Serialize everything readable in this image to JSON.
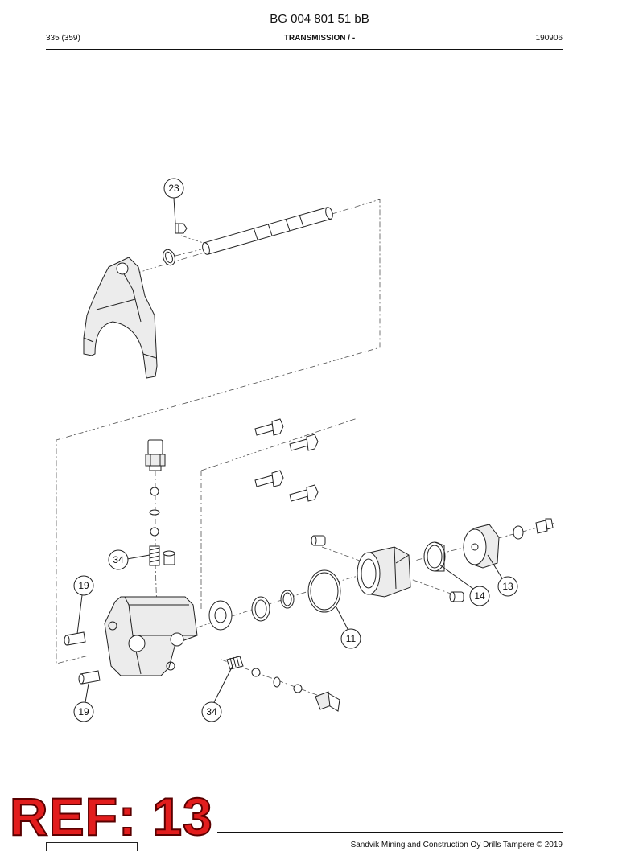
{
  "header": {
    "doc_title": "BG 004 801 51 bB",
    "page": "335 (359)",
    "section": "TRANSMISSION / -",
    "date": "190906"
  },
  "footer": {
    "copyright": "Sandvik Mining and Construction Oy Drills Tampere © 2019",
    "stamp": "REF: 13"
  },
  "callouts": {
    "c23": "23",
    "c34a": "34",
    "c19a": "19",
    "c14": "14",
    "c13": "13",
    "c11": "11",
    "c19b": "19",
    "c34b": "34"
  }
}
